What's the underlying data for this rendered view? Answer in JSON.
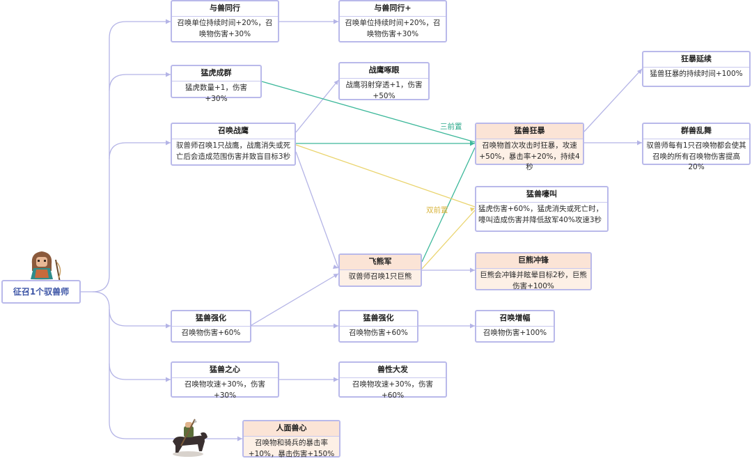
{
  "root": {
    "label": "征召1个驭兽师"
  },
  "nodes": {
    "n1": {
      "title": "与兽同行",
      "desc": "召唤单位持续时间+20%，召唤物伤害+30%"
    },
    "n2": {
      "title": "与兽同行+",
      "desc": "召唤单位持续时间+20%，召唤物伤害+30%"
    },
    "n3": {
      "title": "猛虎成群",
      "desc": "猛虎数量+1，伤害+30%"
    },
    "n4": {
      "title": "战鹰啄眼",
      "desc": "战鹰羽射穿透+1，伤害+50%"
    },
    "n5": {
      "title": "召唤战鹰",
      "desc": "驭兽师召唤1只战鹰，战鹰消失或死亡后会造成范围伤害并致盲目标3秒"
    },
    "n6": {
      "title": "猛兽狂暴",
      "desc": "召唤物首次攻击时狂暴，攻速+50%，暴击率+20%，持续4秒"
    },
    "n7": {
      "title": "狂暴延续",
      "desc": "猛兽狂暴的持续时间+100%"
    },
    "n8": {
      "title": "群兽乱舞",
      "desc": "驭兽师每有1只召唤物都会使其召唤的所有召唤物伤害提高20%"
    },
    "n9": {
      "title": "猛兽嚎叫",
      "desc": "猛虎伤害+60%，猛虎消失或死亡时，嚎叫造成伤害并降低敌军40%攻速3秒"
    },
    "n10": {
      "title": "飞熊军",
      "desc": "驭兽师召唤1只巨熊"
    },
    "n11": {
      "title": "巨熊冲锋",
      "desc": "巨熊会冲锋并眩晕目标2秒，巨熊伤害+100%"
    },
    "n12": {
      "title": "猛兽强化",
      "desc": "召唤物伤害+60%"
    },
    "n13": {
      "title": "猛兽强化",
      "desc": "召唤物伤害+60%"
    },
    "n14": {
      "title": "召唤增幅",
      "desc": "召唤物伤害+100%"
    },
    "n15": {
      "title": "猛兽之心",
      "desc": "召唤物攻速+30%，伤害+30%"
    },
    "n16": {
      "title": "兽性大发",
      "desc": "召唤物攻速+30%，伤害+60%"
    },
    "n17": {
      "title": "人面兽心",
      "desc": "召唤物和骑兵的暴击率+10%，暴击伤害+150%"
    }
  },
  "edge_labels": {
    "three": "三前置",
    "two": "双前置"
  },
  "colors": {
    "node_border": "#b9b9ea",
    "edge": "#b4b4e6",
    "teal": "#3cb89a",
    "yellow": "#ead46e",
    "highlight": "#fdf0e6"
  },
  "icons": {
    "hero": "beast-tamer-avatar",
    "rider": "beast-rider-avatar"
  }
}
